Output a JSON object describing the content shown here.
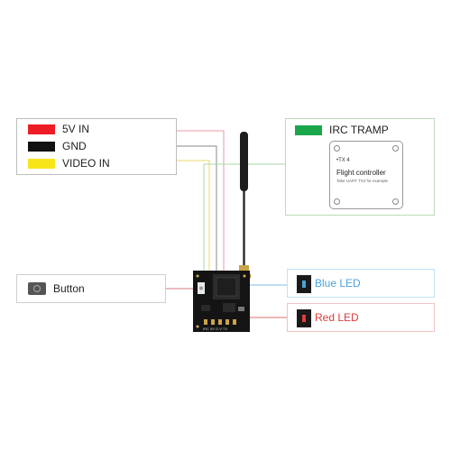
{
  "power_box": {
    "items": [
      {
        "label": "5V IN",
        "color": "#ee1c24"
      },
      {
        "label": "GND",
        "color": "#111111"
      },
      {
        "label": "VIDEO IN",
        "color": "#f7e51a"
      }
    ]
  },
  "irc_box": {
    "title": "IRC TRAMP",
    "title_color": "#1aa64a",
    "fc_pin": "•TX 4",
    "fc_title": "Flight controller",
    "fc_note": "Take UART TX4 for example"
  },
  "button_box": {
    "label": "Button"
  },
  "blue_led": {
    "label": "Blue LED",
    "color": "#4aa3d8"
  },
  "red_led": {
    "label": "Red LED",
    "color": "#e23b3b"
  },
  "board": {
    "silk": "IRC  5V  G  V  TV"
  }
}
